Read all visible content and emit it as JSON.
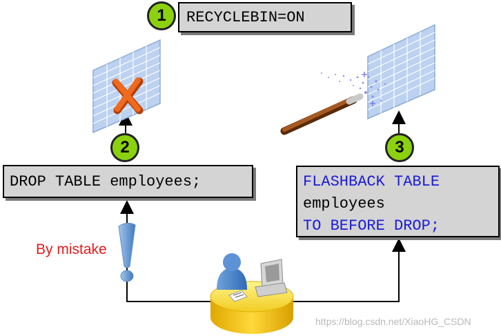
{
  "badges": {
    "step1": "1",
    "step2": "2",
    "step3": "3"
  },
  "statements": {
    "recyclebin": "RECYCLEBIN=ON",
    "drop": "DROP TABLE employees;",
    "flashback": {
      "line1": "FLASHBACK TABLE",
      "line2": "employees",
      "line3": "TO BEFORE DROP;"
    }
  },
  "annotation": "By mistake",
  "watermark": "https://blog.csdn.net/XiaoHG_CSDN",
  "colors": {
    "badge": "#8bd10f",
    "code_box": "#d4d4d4",
    "keyword_blue": "#1b1bd6",
    "mistake_red": "#e31b1b",
    "delete_x": "#f06a1c",
    "table_grid": "#a9c4ea"
  },
  "icons": [
    "table-grid-icon",
    "delete-x-icon",
    "magic-wand-icon",
    "exclamation-icon",
    "user-at-computer-icon"
  ]
}
